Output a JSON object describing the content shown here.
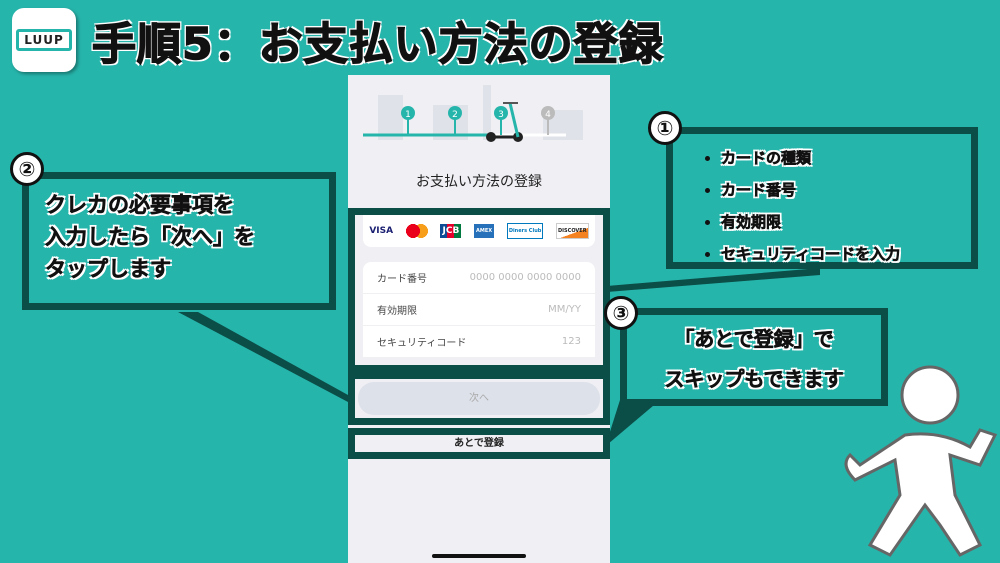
{
  "logo": {
    "text": "LUUP"
  },
  "title": "手順5：お支払い方法の登録",
  "phone": {
    "steps": [
      "1",
      "2",
      "3",
      "4"
    ],
    "heading": "お支払い方法の登録",
    "cards": [
      "VISA",
      "mastercard",
      "JCB",
      "AMEX",
      "Diners Club",
      "DISCOVER"
    ],
    "fields": [
      {
        "label": "カード番号",
        "placeholder": "0000 0000 0000 0000"
      },
      {
        "label": "有効期限",
        "placeholder": "MM/YY"
      },
      {
        "label": "セキュリティコード",
        "placeholder": "123"
      }
    ],
    "next_label": "次へ",
    "later_label": "あとで登録"
  },
  "callout1": {
    "num": "①",
    "items": [
      "カードの種類",
      "カード番号",
      "有効期限",
      "セキュリティコードを入力"
    ]
  },
  "callout2": {
    "num": "②",
    "lines": [
      "クレカの必要事項を",
      "入力したら「次へ」を",
      "タップします"
    ]
  },
  "callout3": {
    "num": "③",
    "lines": [
      "「あとで登録」で",
      "スキップもできます"
    ]
  },
  "colors": {
    "background": "#26b5ab",
    "frame": "#0b4d47",
    "accent": "#26b5ab"
  }
}
